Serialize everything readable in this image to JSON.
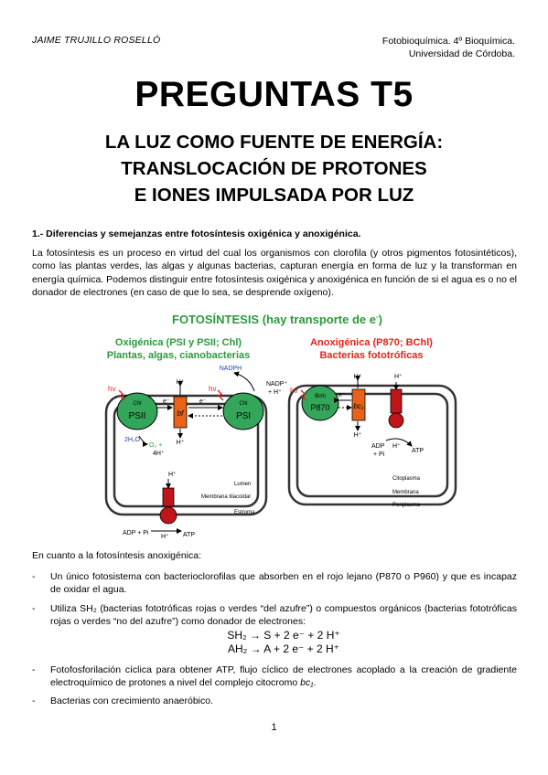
{
  "header": {
    "author": "JAIME TRUJILLO ROSELLÓ",
    "course_line1": "Fotobioquímica. 4º Bioquímica.",
    "course_line2": "Universidad de Córdoba."
  },
  "title": "PREGUNTAS T5",
  "subtitle": {
    "line1": "LA LUZ COMO FUENTE DE ENERGÍA:",
    "line2": "TRANSLOCACIÓN DE PROTONES",
    "line3": "E IONES IMPULSADA POR LUZ"
  },
  "question1": "1.- Diferencias y semejanzas entre fotosíntesis oxigénica y anoxigénica.",
  "paragraph1": "La fotosíntesis es un proceso en virtud del cual los organismos con clorofila (y otros pigmentos fotosintéticos), como las plantas verdes, las algas y algunas bacterias, capturan energía en forma de luz y la transforman en energía química. Podemos distinguir entre fotosíntesis oxigénica y anoxigénica en función de si el agua es o no el donador de electrones (en caso de que lo sea, se desprende oxígeno).",
  "figure": {
    "title": "FOTOSÍNTESIS (hay transporte de e",
    "title_sup": "-",
    "title_end": ")",
    "left_heading1": "Oxigénica (PSI y PSII; Chl)",
    "left_heading2": "Plantas, algas, cianobacterias",
    "right_heading1": "Anoxigénica (P870; BChl)",
    "right_heading2": "Bacterias fototróficas",
    "labels": {
      "hv": "hν",
      "psii": "PSII",
      "psi": "PSI",
      "chl": "Chl",
      "bf": "bf",
      "nadph": "NADPH",
      "nadp": "NADP⁺",
      "plus_h": "+ H⁺",
      "h_plus": "H⁺",
      "e_minus": "e⁻",
      "water": "2H₂O",
      "o2": "O₂ +",
      "four_h": "4H⁺",
      "lumen": "Lumen",
      "membrana_tilacoidal": "Membrana tilacoidal",
      "estroma": "Estroma",
      "adp_pi": "ADP + Pi",
      "atp": "ATP",
      "bchl": "Bchl",
      "p870": "P870",
      "bc1": "bc₁",
      "adp_pi_right1": "ADP",
      "adp_pi_right2": "+ Pi",
      "citoplasma": "Citoplasma",
      "membrana": "Membrana",
      "periplasma": "Periplasma"
    }
  },
  "after_figure": "En cuanto a la fotosíntesis anoxigénica:",
  "list": [
    "Un único fotosistema con bacterioclorofilas que absorben en el rojo lejano (P870 o P960) y que es incapaz de oxidar el agua.",
    "Utiliza SH₂ (bacterias fototróficas rojas o verdes “del azufre”) o compuestos orgánicos (bacterias fototróficas rojas o verdes “no del azufre”) como donador de electrones:",
    "Fotofosforilación cíclica para obtener ATP, flujo cíclico de electrones acoplado a la creación de gradiente electroquímico de protones a nivel del complejo citocromo ",
    "Bacterias con crecimiento anaeróbico."
  ],
  "list_item3_italic": "bc₁",
  "list_item3_end": ".",
  "equations": [
    "SH₂ → S + 2 e⁻ + 2 H⁺",
    "AH₂ → A + 2 e⁻ + 2 H⁺"
  ],
  "page_number": "1",
  "colors": {
    "green": "#2b9a3b",
    "red": "#e32219",
    "orange": "#e8631a",
    "blue": "#1f3fb0",
    "darkred": "#c0151a"
  }
}
